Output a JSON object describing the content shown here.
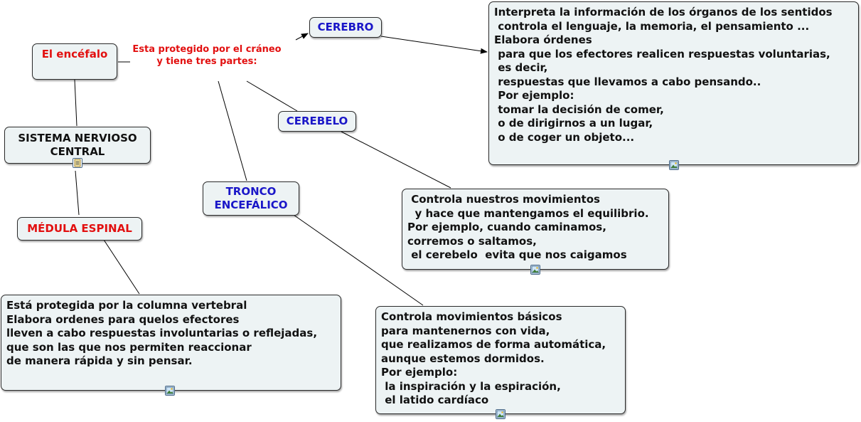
{
  "concept_map": {
    "root": {
      "label": "El encéfalo",
      "color": "#e21010"
    },
    "link_phrase": "Esta protegido por el cráneo\ny tiene tres partes:",
    "sistema": {
      "label": "SISTEMA NERVIOSO\nCENTRAL",
      "icon": "document-icon"
    },
    "cerebro": {
      "label": "CEREBRO",
      "color": "#1a16c8"
    },
    "cerebelo": {
      "label": "CEREBELO",
      "color": "#1a16c8"
    },
    "tronco": {
      "label": "TRONCO\nENCEFÁLICO",
      "color": "#1a16c8"
    },
    "medula": {
      "label": "MÉDULA ESPINAL",
      "color": "#e21010"
    },
    "cerebro_desc": "Interpreta la información de los órganos de los sentidos\n controla el lenguaje, la memoria, el pensamiento ...\nElabora órdenes\n para que los efectores realicen respuestas voluntarias,\n es decir,\n respuestas que llevamos a cabo pensando..\n Por ejemplo:\n tomar la decisión de comer,\n o de dirigirnos a un lugar,\n o de coger un objeto...",
    "cerebelo_desc": " Controla nuestros movimientos\n  y hace que mantengamos el equilibrio.\nPor ejemplo, cuando caminamos,\ncorremos o saltamos,\n el cerebelo  evita que nos caigamos",
    "tronco_desc": "Controla movimientos básicos\npara mantenernos con vida,\nque realizamos de forma automática,\naunque estemos dormidos.\nPor ejemplo:\n la inspiración y la espiración,\n el latido cardíaco",
    "medula_desc": "Está protegida por la columna vertebral\nElabora ordenes para quelos efectores\nlleven a cabo respuestas involuntarias o reflejadas,\nque son las que nos permiten reaccionar\nde manera rápida y sin pensar.",
    "desc_icon": "image-icon"
  }
}
